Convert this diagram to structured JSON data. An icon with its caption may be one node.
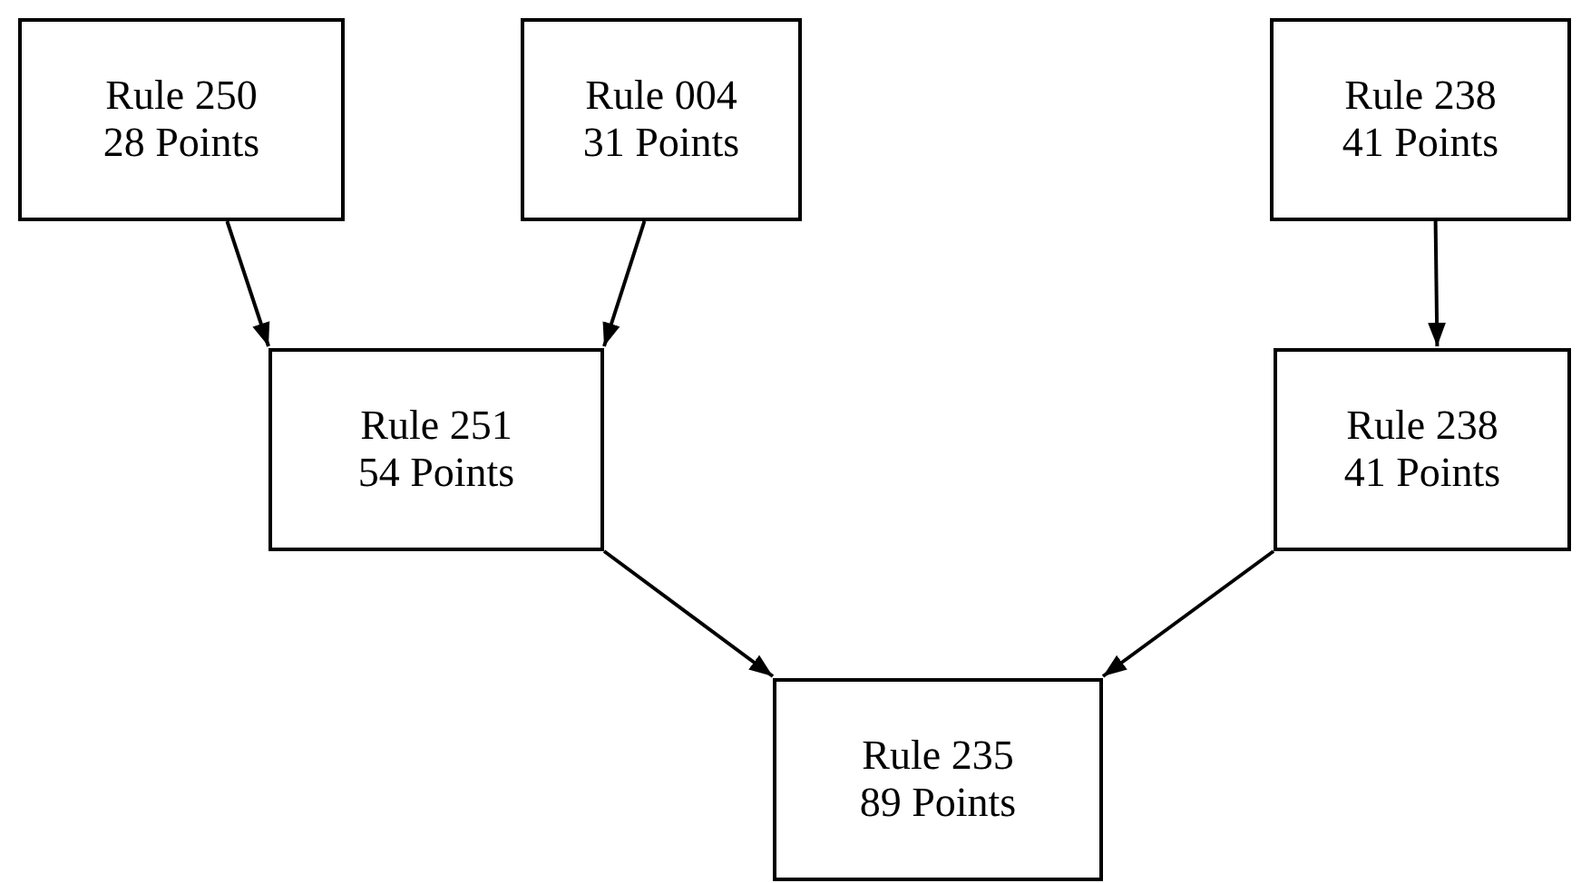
{
  "diagram": {
    "nodes": [
      {
        "text": [
          "Rule 250",
          "28 Points"
        ]
      },
      {
        "text": [
          "Rule 004",
          "31 Points"
        ]
      },
      {
        "text": [
          "Rule 238",
          "41 Points"
        ]
      },
      {
        "text": [
          "Rule 251",
          "54 Points"
        ]
      },
      {
        "text": [
          "Rule 238",
          "41 Points"
        ]
      },
      {
        "text": [
          "Rule 235",
          "89 Points"
        ]
      }
    ],
    "edges": [
      {
        "from": 0,
        "to": 3,
        "arrow": "to"
      },
      {
        "from": 1,
        "to": 3,
        "arrow": "to"
      },
      {
        "from": 2,
        "to": 4,
        "arrow": "to"
      },
      {
        "from": 3,
        "to": 5,
        "arrow": "to"
      },
      {
        "from": 4,
        "to": 5,
        "arrow": "to"
      }
    ]
  }
}
